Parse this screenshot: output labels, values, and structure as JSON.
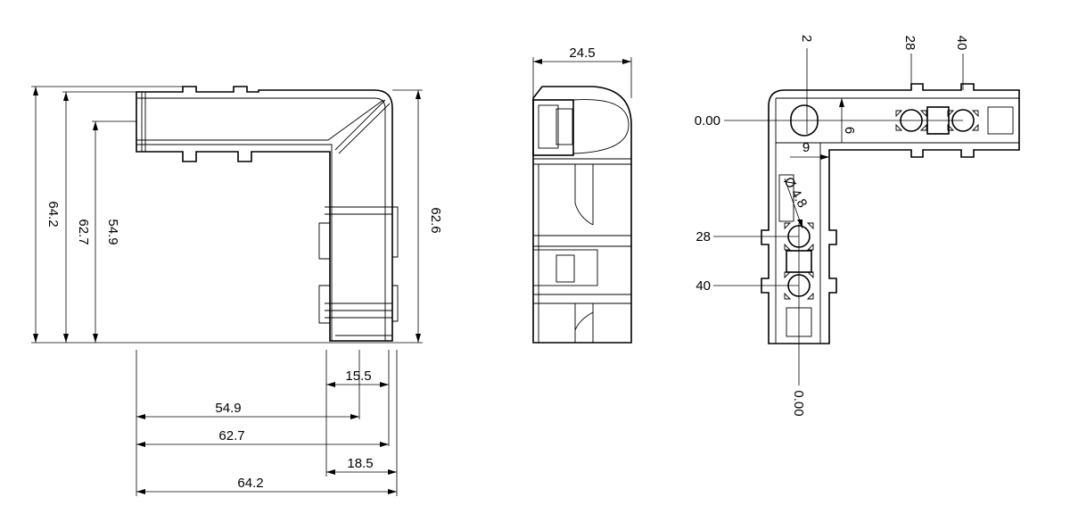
{
  "views": {
    "front": {
      "heights": [
        "64.2",
        "62.7",
        "54.9"
      ],
      "right_height": "62.6",
      "widths": [
        "15.5",
        "54.9",
        "62.7",
        "18.5",
        "64.2"
      ]
    },
    "side": {
      "width": "24.5"
    },
    "top": {
      "hole_top_offset": "2",
      "hole_x_28": "28",
      "hole_x_40": "40",
      "origin_y": "0.00",
      "origin_x": "0.00",
      "dim_6": "6",
      "dim_9": "9",
      "hole_diameter": "Ø 4.8",
      "hole_y_28": "28",
      "hole_y_40": "40"
    }
  }
}
